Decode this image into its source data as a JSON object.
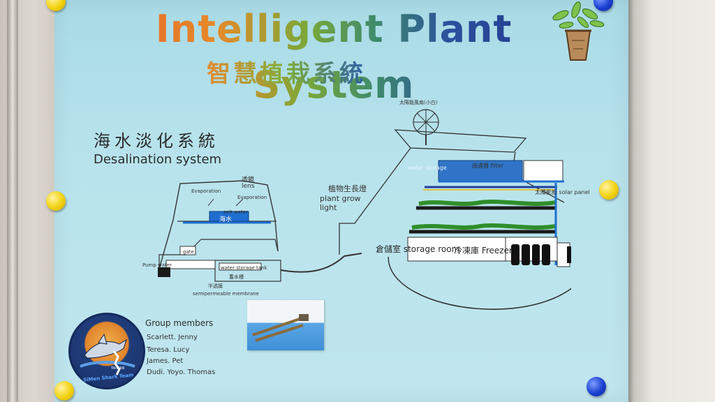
{
  "poster": {
    "title": "Intelligent Plant System",
    "subtitle": "智慧植栽系統",
    "desal_title_cn": "海水淡化系統",
    "desal_title_en": "Desalination system",
    "labels": {
      "lens_cn": "透鏡",
      "lens_en": "lens",
      "evaporation_left": "Evaporation",
      "evaporation_right": "Evaporation",
      "salt_water": "salt water",
      "salt_water_cn": "海水",
      "gate": "gate",
      "water_storage_tank": "water storage tank",
      "storage_tank_cn": "蓄水槽",
      "pump_left": "Pump water",
      "semipermeable_cn": "半透膜",
      "semipermeable_en": "semipermeable membrane",
      "plant_grow_light_cn": "植物生長燈",
      "plant_grow_light_en": "plant grow light",
      "filter": "過濾器 filter",
      "water_storage": "water storage",
      "windmill": "太陽能風扇(小白)",
      "solar_panel": "太陽能板 solar panel",
      "storage_room": "倉儲室 storage room",
      "freezer": "冷凍庫 Freezer"
    },
    "group": {
      "heading": "Group members",
      "members": [
        "Scarlett. Jenny",
        "Teresa. Lucy",
        "James. Pet",
        "Dudi. Yoyo. Thomas"
      ]
    },
    "badge": {
      "top_text": "TAIWAN",
      "bottom_text": "SiMen Shark Team"
    }
  },
  "colors": {
    "poster_bg": "#b8e3ec",
    "title_orange": "#e35b2c",
    "title_green": "#7aa838",
    "title_blue": "#1d2f86",
    "water_blue": "#1f6fd0",
    "plant_green": "#2f8f2a"
  }
}
